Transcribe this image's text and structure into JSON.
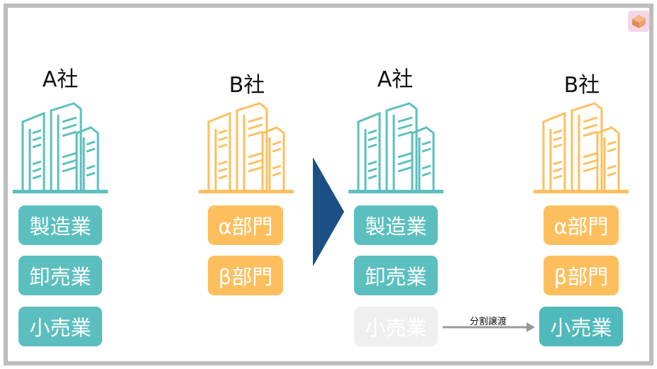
{
  "left": {
    "company_a": "A社",
    "company_b": "B社",
    "a_items": [
      "製造業",
      "卸売業",
      "小売業"
    ],
    "b_items": [
      "α部門",
      "β部門"
    ]
  },
  "right": {
    "company_a": "A社",
    "company_b": "B社",
    "a_items": [
      "製造業",
      "卸売業",
      "小売業"
    ],
    "b_items": [
      "α部門",
      "β部門",
      "小売業"
    ]
  },
  "transfer_label": "分割譲渡",
  "colors": {
    "teal": "#5bbfbf",
    "orange": "#fdbf5e",
    "arrow": "#1b4f86",
    "faded": "#efefef"
  },
  "icons": [
    "building-icon",
    "right-triangle-arrow-icon",
    "corner-app-icon"
  ]
}
